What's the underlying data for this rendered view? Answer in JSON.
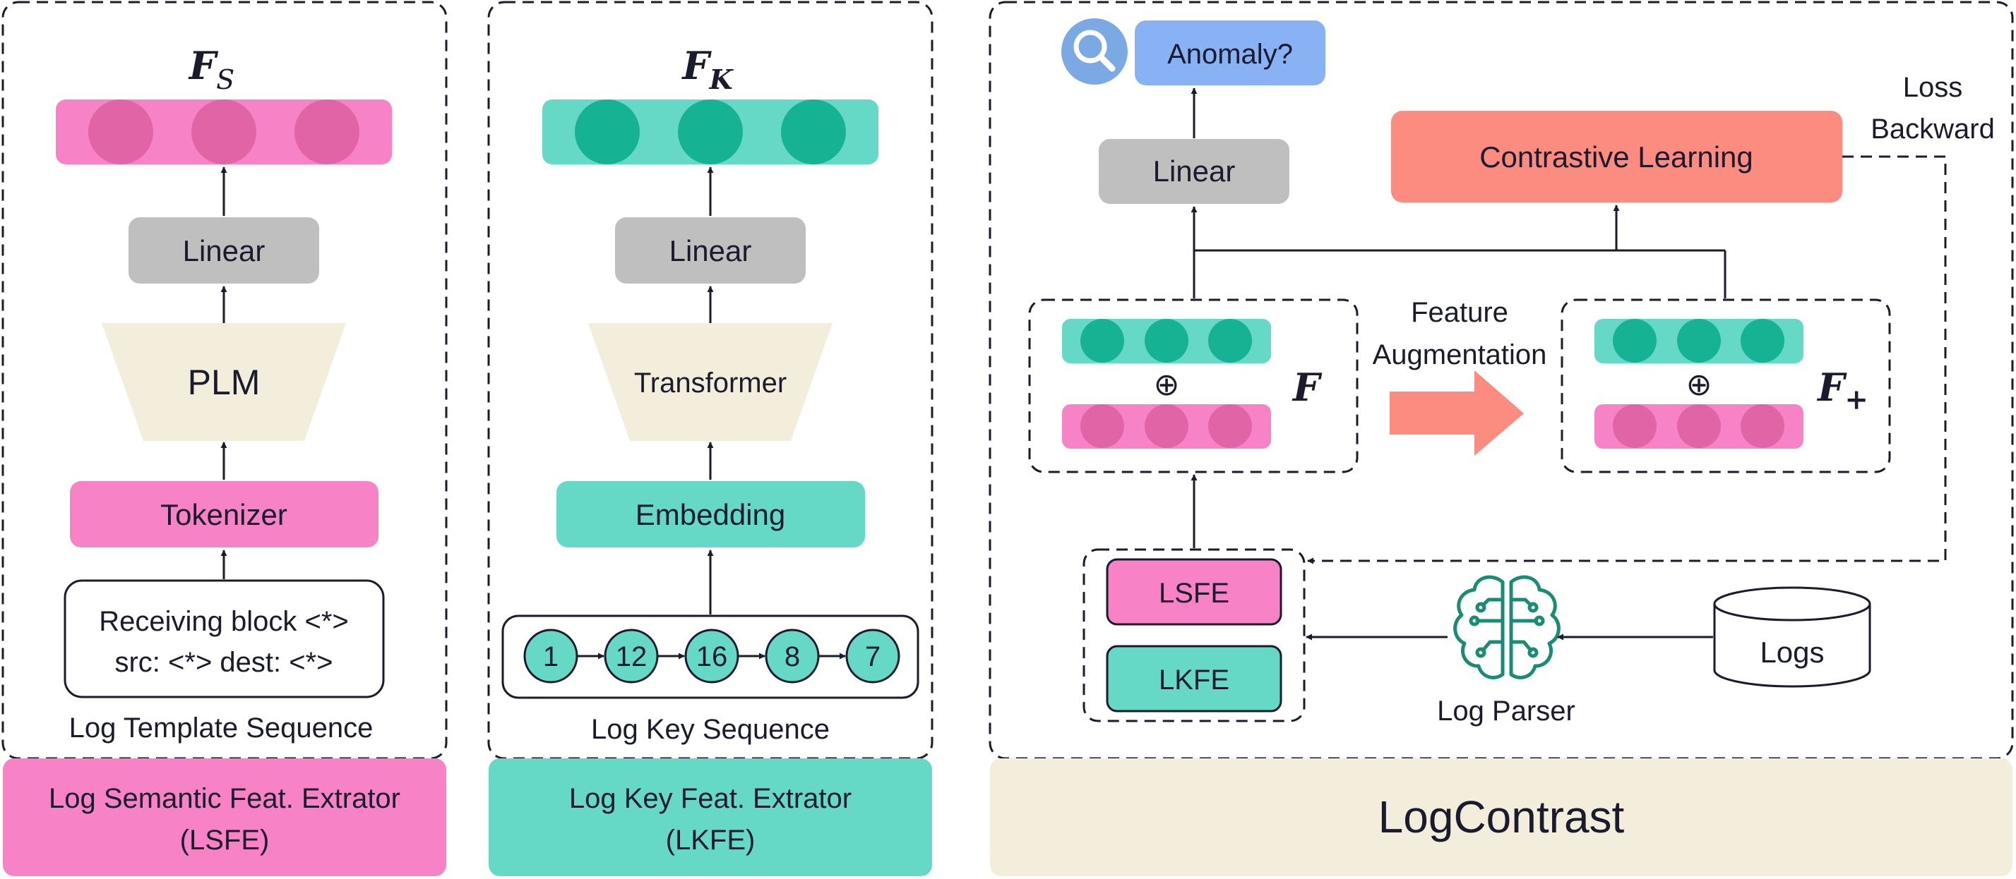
{
  "colors": {
    "pink": "#f783c6",
    "pink_dark": "#e064a6",
    "teal": "#66d9c6",
    "teal_dark": "#15b394",
    "gray": "#bfbfbf",
    "beige": "#f3eedc",
    "beige_dark": "#f3eedc",
    "salmon": "#fc8b80",
    "blue": "#88b2f3",
    "blue_icon": "#7aa9e4",
    "parser_green": "#1a8c73",
    "dark": "#1b1b2e"
  },
  "lsfe": {
    "feature_label_main": "F",
    "feature_label_sub": "S",
    "linear": "Linear",
    "plm": "PLM",
    "tokenizer": "Tokenizer",
    "template_line1": "Receiving block <*>",
    "template_line2": "src: <*> dest: <*>",
    "caption": "Log Template Sequence",
    "footer_line1": "Log Semantic Feat. Extrator",
    "footer_line2": "(LSFE)"
  },
  "lkfe": {
    "feature_label_main": "F",
    "feature_label_sub": "K",
    "linear": "Linear",
    "transformer": "Transformer",
    "embedding": "Embedding",
    "keys": [
      "1",
      "12",
      "16",
      "8",
      "7"
    ],
    "caption": "Log Key Sequence",
    "footer_line1": "Log Key Feat. Extrator",
    "footer_line2": "(LKFE)"
  },
  "logcontrast": {
    "anomaly": "Anomaly?",
    "search_icon": "magnifier-icon",
    "linear": "Linear",
    "contrastive": "Contrastive Learning",
    "loss_line1": "Loss",
    "loss_line2": "Backward",
    "aug_line1": "Feature",
    "aug_line2": "Augmentation",
    "f_label": "F",
    "fplus_label_main": "F",
    "fplus_label_sub": "+",
    "oplus": "⊕",
    "lsfe": "LSFE",
    "lkfe": "LKFE",
    "parser_icon": "brain-circuit-icon",
    "parser_label": "Log Parser",
    "logs": "Logs",
    "footer": "LogContrast"
  }
}
